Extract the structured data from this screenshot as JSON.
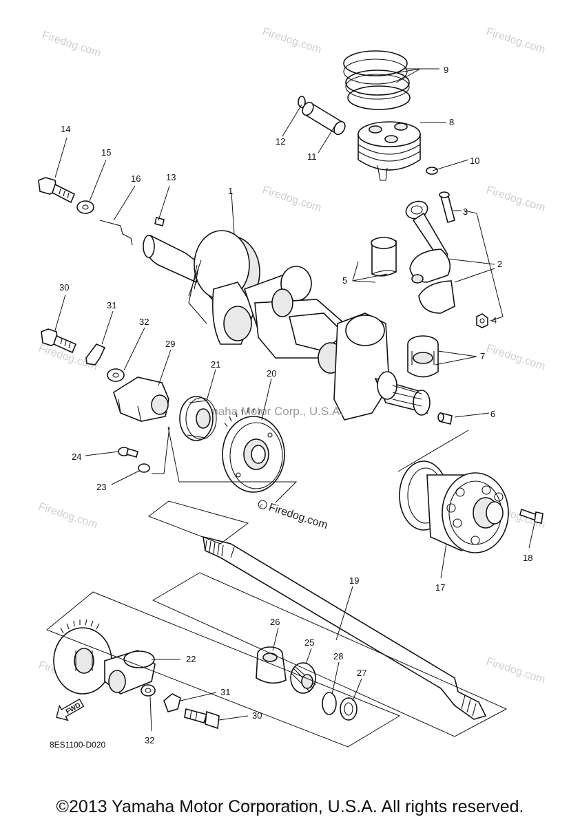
{
  "diagram": {
    "code": "8ES1100-D020",
    "fwd_label": "FWD",
    "center_watermark": "Yamaha Motor Corp., U.S.A.",
    "firedog_mark": "Firedog.com",
    "watermark_text": "Firedog.com",
    "fine_print": "(c) 2000-2016 Yamaha Motor Corporation, U.S.A.",
    "footer": "©2013 Yamaha Motor Corporation, U.S.A. All rights reserved.",
    "callouts": [
      "1",
      "2",
      "3",
      "4",
      "5",
      "6",
      "7",
      "8",
      "9",
      "10",
      "11",
      "12",
      "13",
      "14",
      "15",
      "16",
      "17",
      "18",
      "19",
      "20",
      "21",
      "22",
      "23",
      "24",
      "25",
      "26",
      "27",
      "28",
      "29",
      "30",
      "31",
      "32",
      "30",
      "31",
      "32"
    ]
  }
}
